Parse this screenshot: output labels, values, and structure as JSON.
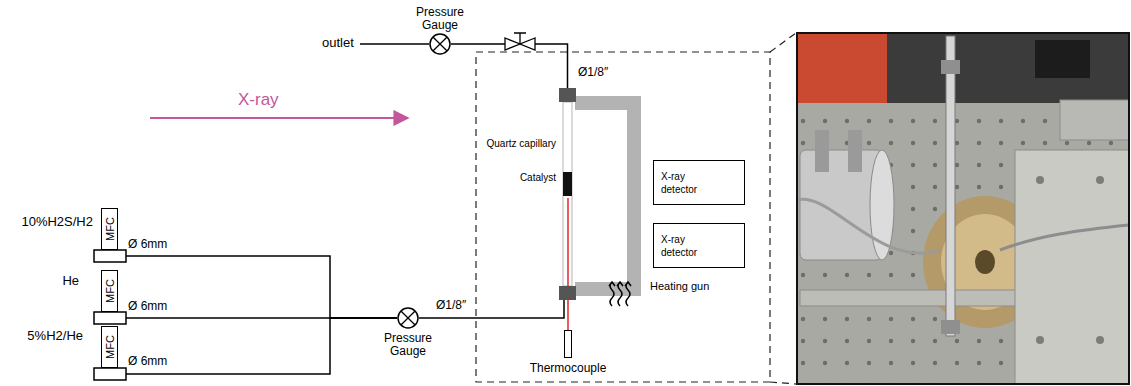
{
  "diagram": {
    "nodes": [
      {
        "text": [
          "10%H2S/H2",
          "MFC"
        ]
      },
      {
        "text": [
          "He",
          "MFC"
        ]
      },
      {
        "text": [
          "5%H2/He",
          "MFC"
        ]
      },
      {
        "text": [
          "Pressure Gauge"
        ]
      },
      {
        "text": [
          "Pressure Gauge"
        ]
      },
      {
        "text": [
          "Quartz capillary",
          "Catalyst"
        ]
      },
      {
        "text": [
          "X-ray detector"
        ]
      },
      {
        "text": [
          "X-ray detector"
        ]
      },
      {
        "text": [
          "Thermocouple"
        ]
      }
    ],
    "edges": [
      {
        "from": 0,
        "to": 3,
        "arrow": "none"
      },
      {
        "from": 1,
        "to": 3,
        "arrow": "none"
      },
      {
        "from": 2,
        "to": 3,
        "arrow": "none"
      },
      {
        "from": 3,
        "to": 5,
        "arrow": "none"
      },
      {
        "from": 5,
        "to": 4,
        "arrow": "none"
      },
      {
        "from": 8,
        "to": 5,
        "arrow": "none"
      }
    ],
    "labels": [
      "X-ray",
      "Ø 6mm",
      "Ø 6mm",
      "Ø 6mm",
      "Ø1/8″",
      "Ø1/8″",
      "outlet",
      "Heating gun"
    ]
  }
}
